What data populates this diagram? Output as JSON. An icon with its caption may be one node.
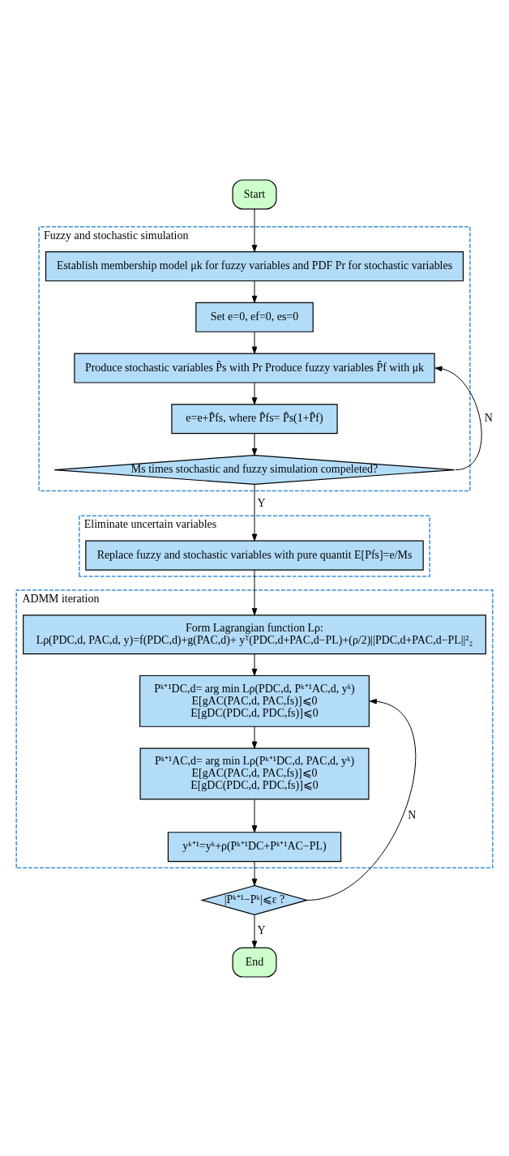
{
  "diagram": {
    "nodes": [
      {
        "text": [
          "Start"
        ]
      },
      {
        "text": [
          "Fuzzy and stochastic simulation"
        ]
      },
      {
        "text": [
          "Establish membership model μk for fuzzy variables and PDF Pr for stochastic variables"
        ],
        "in": 1
      },
      {
        "text": [
          "Set e=0, ef=0, es=0"
        ],
        "in": 1
      },
      {
        "text": [
          "Produce stochastic variables P̂s with Pr Produce fuzzy variables P̂f with μk"
        ],
        "in": 1
      },
      {
        "text": [
          "e=e+P̂fs, where P̂fs= P̂s(1+P̂f)"
        ],
        "in": 1
      },
      {
        "text": [
          "Ms times stochastic and fuzzy simulation compeleted?"
        ],
        "in": 1
      },
      {
        "text": [
          "Eliminate uncertain variables"
        ]
      },
      {
        "text": [
          "Replace fuzzy and stochastic variables with pure quantit E[Pfs]=e/Ms"
        ],
        "in": 7
      },
      {
        "text": [
          "ADMM iteration"
        ]
      },
      {
        "text": [
          "Form Lagrangian function Lρ:",
          "Lρ(PDC,d, PAC,d, y)=f(PDC,d)+g(PAC,d)+ yᵀ(PDC,d+PAC,d−PL)+(ρ/2)||PDC,d+PAC,d−PL||²₂"
        ],
        "in": 9
      },
      {
        "text": [
          "Pᵏ⁺¹DC,d= arg min Lρ(PDC,d, Pᵏ⁺¹AC,d, yᵏ)",
          "E[gAC(PAC,d, PAC,fs)]⩽0",
          "E[gDC(PDC,d, PDC,fs)]⩽0"
        ],
        "in": 9
      },
      {
        "text": [
          "Pᵏ⁺¹AC,d= arg min Lρ(Pᵏ⁺¹DC,d, PAC,d, yᵏ)",
          "E[gAC(PAC,d, PAC,fs)]⩽0",
          "E[gDC(PDC,d, PDC,fs)]⩽0"
        ],
        "in": 9
      },
      {
        "text": [
          "yᵏ⁺¹=yᵏ+ρ(Pᵏ⁺¹DC+Pᵏ⁺¹AC−PL)"
        ],
        "in": 9
      },
      {
        "text": [
          "|Pᵏ⁺¹−Pᵏ|⩽ε ?"
        ]
      },
      {
        "text": [
          "End"
        ]
      }
    ],
    "edges": [
      {
        "from": 0,
        "to": 2,
        "arrow": "to"
      },
      {
        "from": 2,
        "to": 3,
        "arrow": "to"
      },
      {
        "from": 3,
        "to": 4,
        "arrow": "to"
      },
      {
        "from": 4,
        "to": 5,
        "arrow": "to"
      },
      {
        "from": 5,
        "to": 6,
        "arrow": "to"
      },
      {
        "from": 6,
        "to": 4,
        "arrow": "to",
        "label": "N"
      },
      {
        "from": 6,
        "to": 8,
        "arrow": "to",
        "label": "Y"
      },
      {
        "from": 8,
        "to": 10,
        "arrow": "to"
      },
      {
        "from": 10,
        "to": 11,
        "arrow": "to"
      },
      {
        "from": 11,
        "to": 12,
        "arrow": "to"
      },
      {
        "from": 12,
        "to": 13,
        "arrow": "to"
      },
      {
        "from": 13,
        "to": 14,
        "arrow": "to"
      },
      {
        "from": 14,
        "to": 11,
        "arrow": "to",
        "label": "N"
      },
      {
        "from": 14,
        "to": 15,
        "arrow": "to",
        "label": "Y"
      }
    ]
  }
}
